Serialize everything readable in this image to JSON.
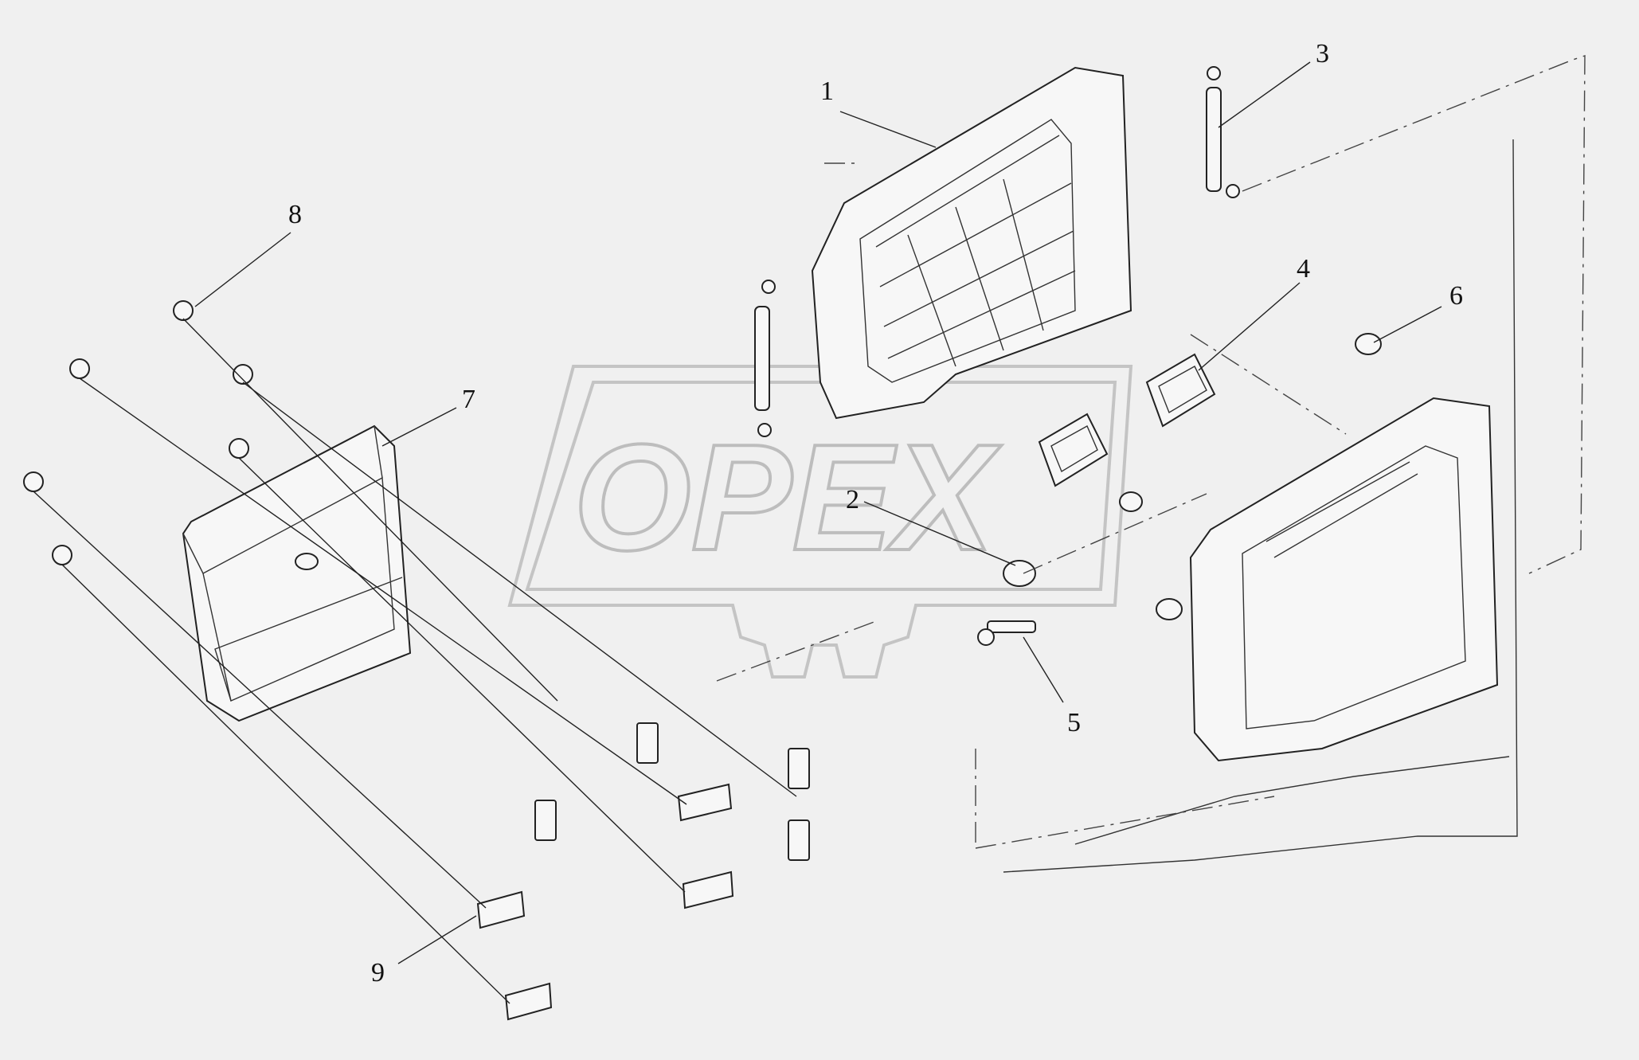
{
  "watermark": {
    "text": "OPEX"
  },
  "callouts": [
    {
      "id": "1",
      "text": "1"
    },
    {
      "id": "2",
      "text": "2"
    },
    {
      "id": "3",
      "text": "3"
    },
    {
      "id": "4",
      "text": "4"
    },
    {
      "id": "5",
      "text": "5"
    },
    {
      "id": "6",
      "text": "6"
    },
    {
      "id": "7",
      "text": "7"
    },
    {
      "id": "8",
      "text": "8"
    },
    {
      "id": "9",
      "text": "9"
    }
  ],
  "colors": {
    "background": "#f0f0f0",
    "line": "#222222",
    "watermark": "#c4c4c4"
  }
}
